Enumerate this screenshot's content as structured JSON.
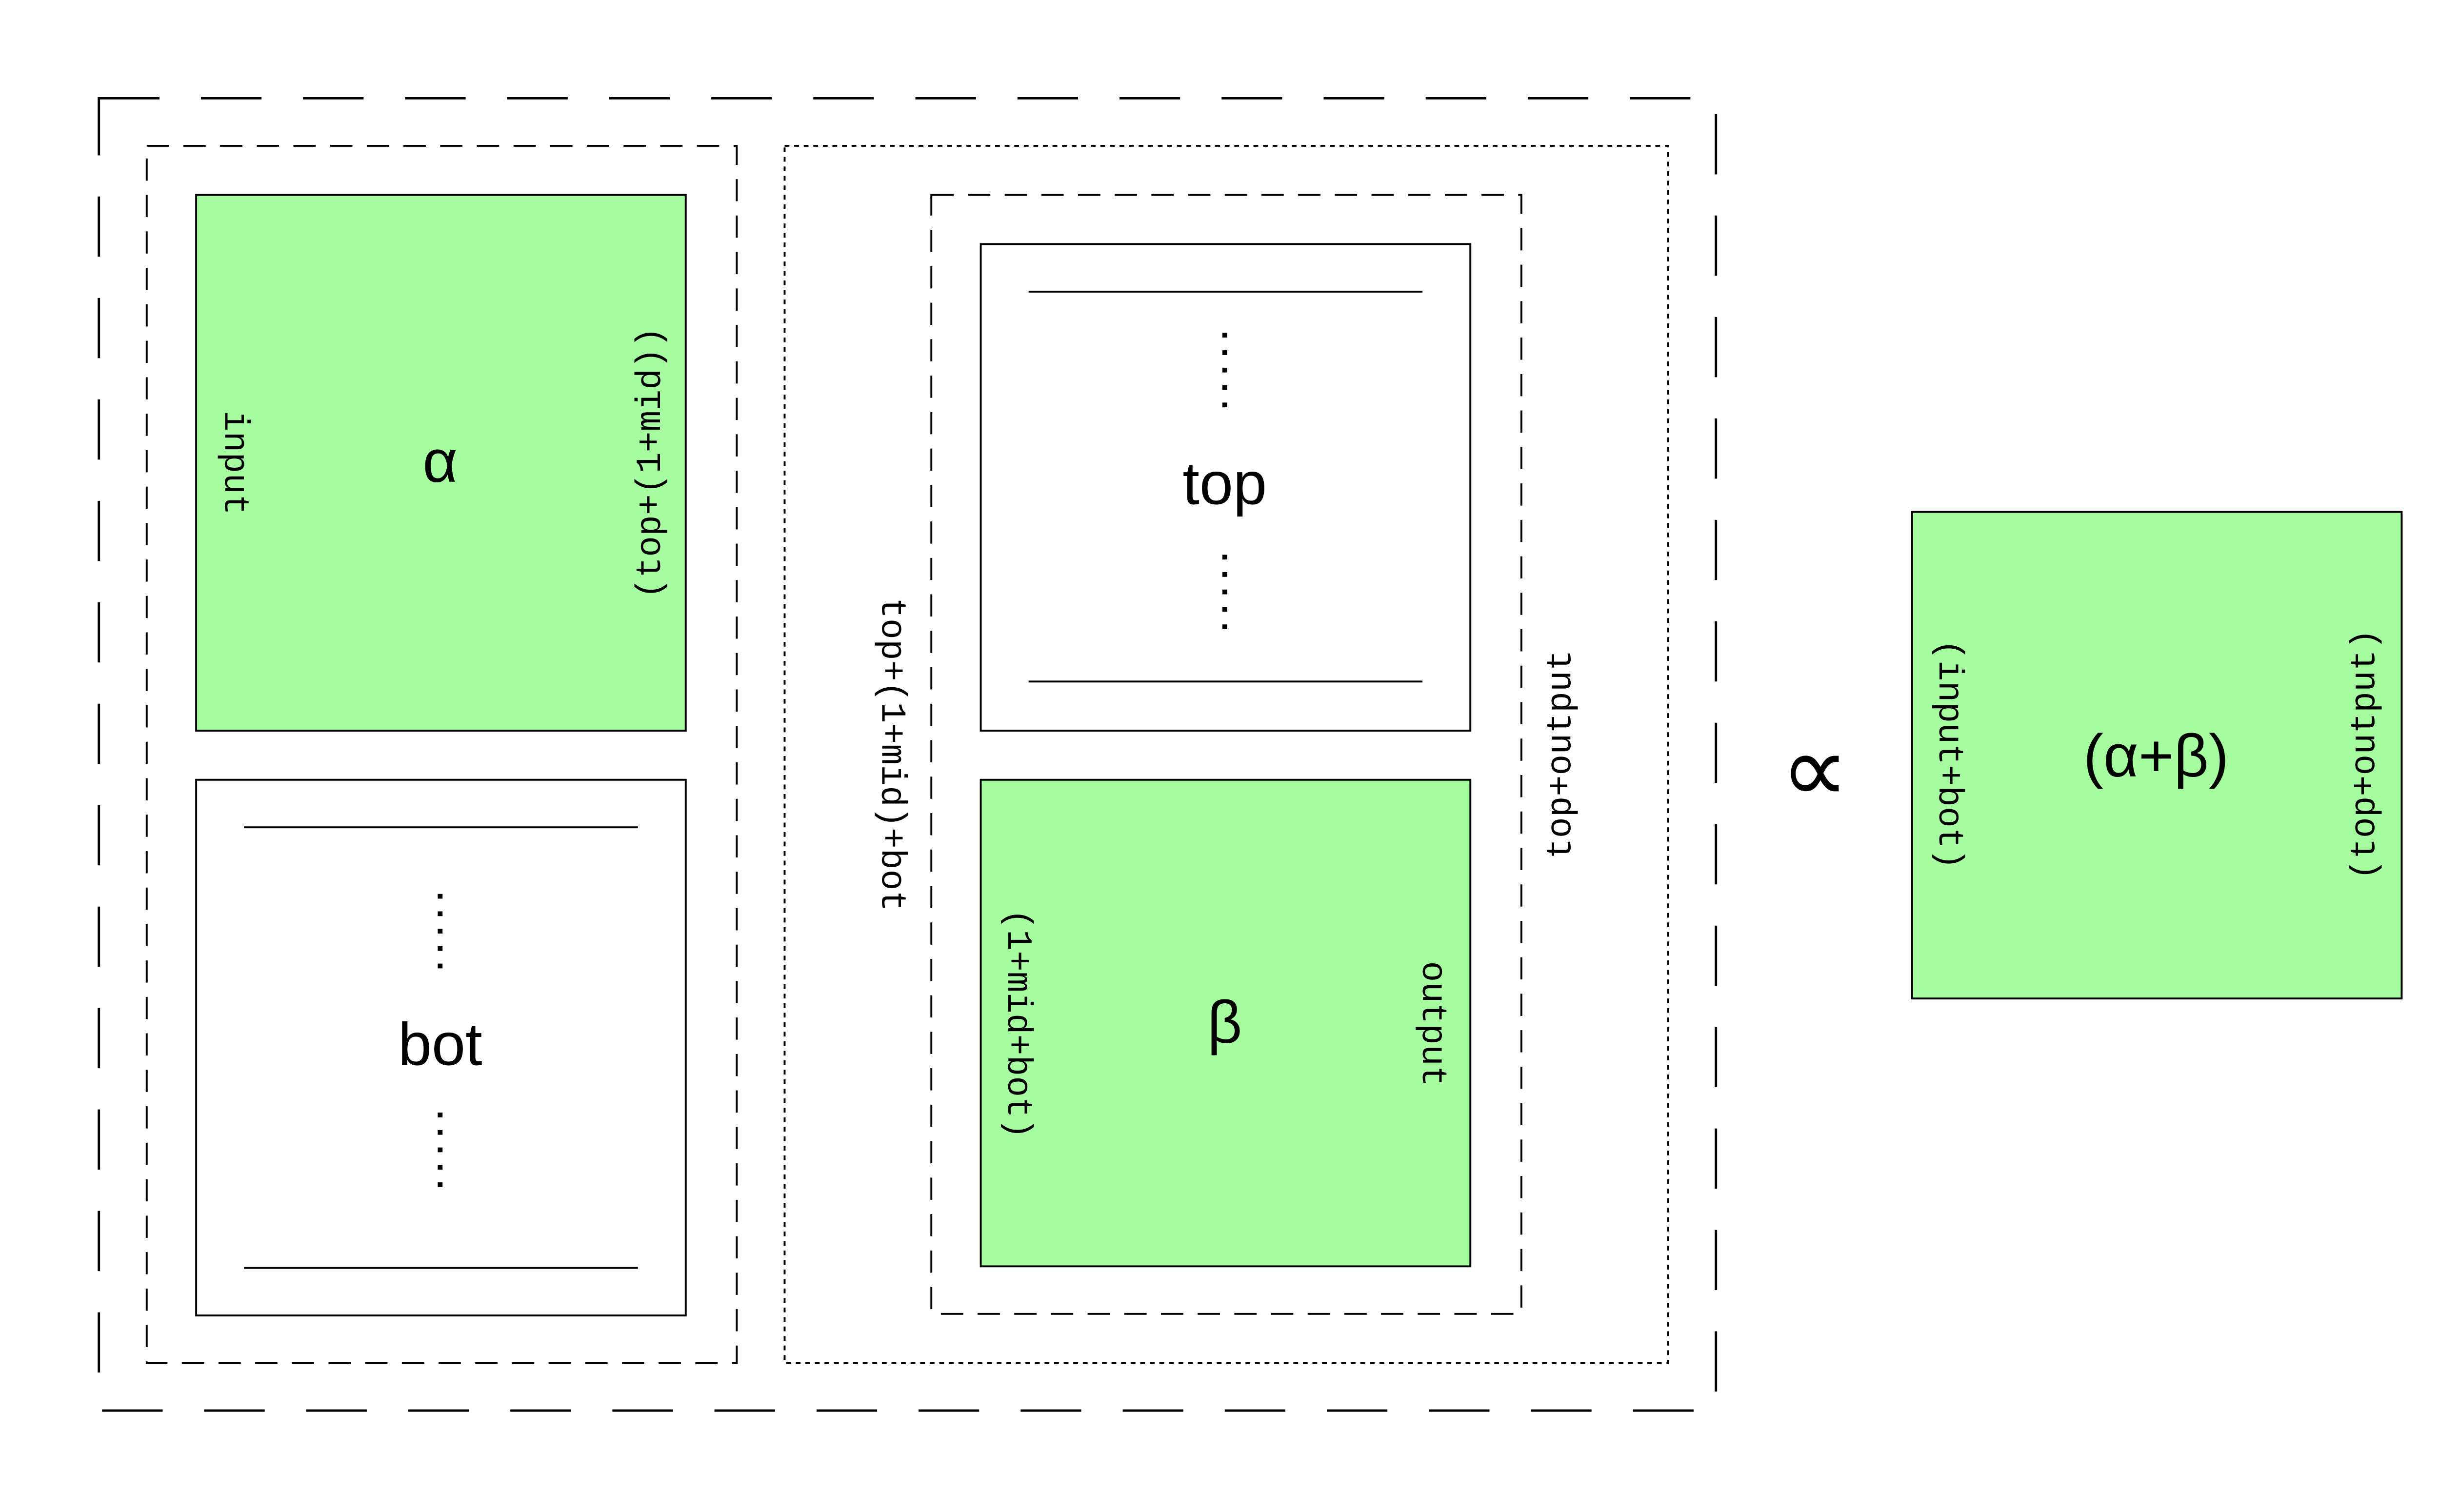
{
  "colors": {
    "green_fill": "#a6fea0",
    "stroke": "#000000",
    "background": "#ffffff"
  },
  "alpha": {
    "symbol": "α",
    "left_label": "input",
    "right_label": "(top+(1+mid))"
  },
  "bot": {
    "symbol": "bot"
  },
  "top": {
    "symbol": "top"
  },
  "beta": {
    "symbol": "β",
    "left_label": "(1+mid+bot)",
    "right_label": "output"
  },
  "right_group": {
    "left_label": "top+(1+mid)+bot",
    "right_label": "top+output"
  },
  "relation": {
    "symbol": "∝"
  },
  "result": {
    "symbol": "(α+β)",
    "left_label": "(input+bot)",
    "right_label": "(top+output)"
  }
}
